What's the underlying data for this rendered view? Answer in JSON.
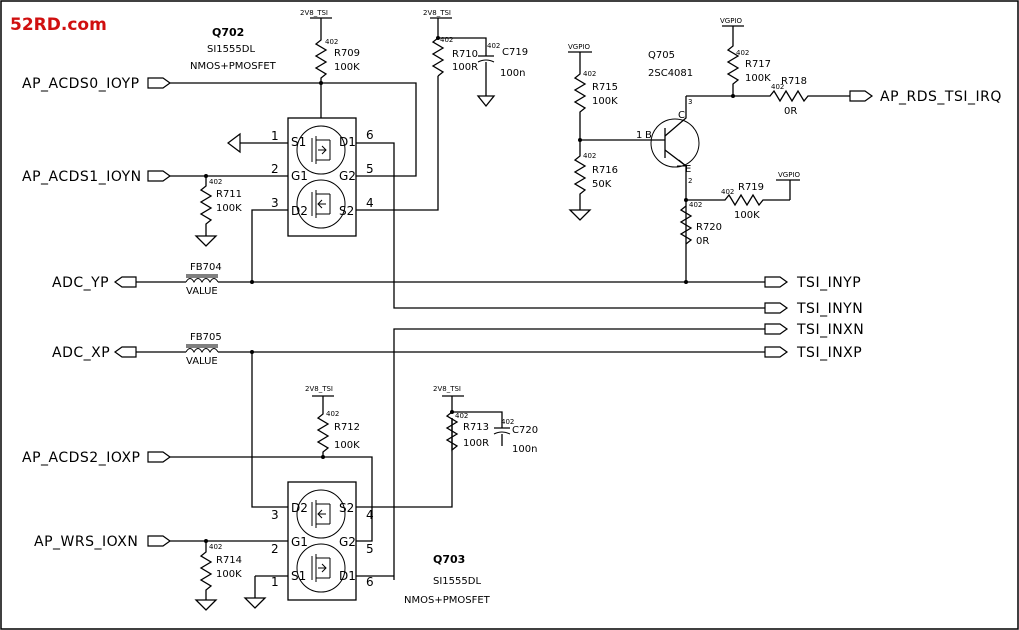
{
  "watermark": "52RD.com",
  "ports": {
    "ap_acds0": "AP_ACDS0_IOYP",
    "ap_acds1": "AP_ACDS1_IOYN",
    "adc_yp": "ADC_YP",
    "adc_xp": "ADC_XP",
    "ap_acds2": "AP_ACDS2_IOXP",
    "ap_wrs": "AP_WRS_IOXN",
    "rds_irq": "AP_RDS_TSI_IRQ",
    "tsi_inyp": "TSI_INYP",
    "tsi_inyn": "TSI_INYN",
    "tsi_inxn": "TSI_INXN",
    "tsi_inxp": "TSI_INXP"
  },
  "rails": {
    "v2v8_tsi": "2V8_TSI",
    "vgpio": "VGPIO"
  },
  "q702": {
    "ref": "Q702",
    "part": "SI1555DL",
    "desc": "NMOS+PMOSFET",
    "pins": {
      "p1": "1",
      "p2": "2",
      "p3": "3",
      "p4": "4",
      "p5": "5",
      "p6": "6"
    },
    "pinnames": {
      "s1": "S1",
      "g1": "G1",
      "d2": "D2",
      "d1": "D1",
      "g2": "G2",
      "s2": "S2"
    }
  },
  "q703": {
    "ref": "Q703",
    "part": "SI1555DL",
    "desc": "NMOS+PMOSFET",
    "pins": {
      "p1": "1",
      "p2": "2",
      "p3": "3",
      "p4": "4",
      "p5": "5",
      "p6": "6"
    },
    "pinnames": {
      "s1": "S1",
      "g1": "G1",
      "d2": "D2",
      "d1": "D1",
      "g2": "G2",
      "s2": "S2"
    }
  },
  "q705": {
    "ref": "Q705",
    "part": "2SC4081",
    "b_pin": "1",
    "b": "B",
    "c_pin": "3",
    "c": "C",
    "e": "E",
    "e_pin": "2"
  },
  "pkg": "402",
  "resistors": {
    "r709": {
      "ref": "R709",
      "val": "100K"
    },
    "r710": {
      "ref": "R710",
      "val": "100R"
    },
    "r711": {
      "ref": "R711",
      "val": "100K"
    },
    "r712": {
      "ref": "R712",
      "val": "100K"
    },
    "r713": {
      "ref": "R713",
      "val": "100R"
    },
    "r714": {
      "ref": "R714",
      "val": "100K"
    },
    "r715": {
      "ref": "R715",
      "val": "100K"
    },
    "r716": {
      "ref": "R716",
      "val": "50K"
    },
    "r717": {
      "ref": "R717",
      "val": "100K"
    },
    "r718": {
      "ref": "R718",
      "val": "0R"
    },
    "r719": {
      "ref": "R719",
      "val": "100K"
    },
    "r720": {
      "ref": "R720",
      "val": "0R"
    }
  },
  "capacitors": {
    "c719": {
      "ref": "C719",
      "val": "100n"
    },
    "c720": {
      "ref": "C720",
      "val": "100n"
    }
  },
  "beads": {
    "fb704": {
      "ref": "FB704",
      "val": "VALUE"
    },
    "fb705": {
      "ref": "FB705",
      "val": "VALUE"
    }
  }
}
